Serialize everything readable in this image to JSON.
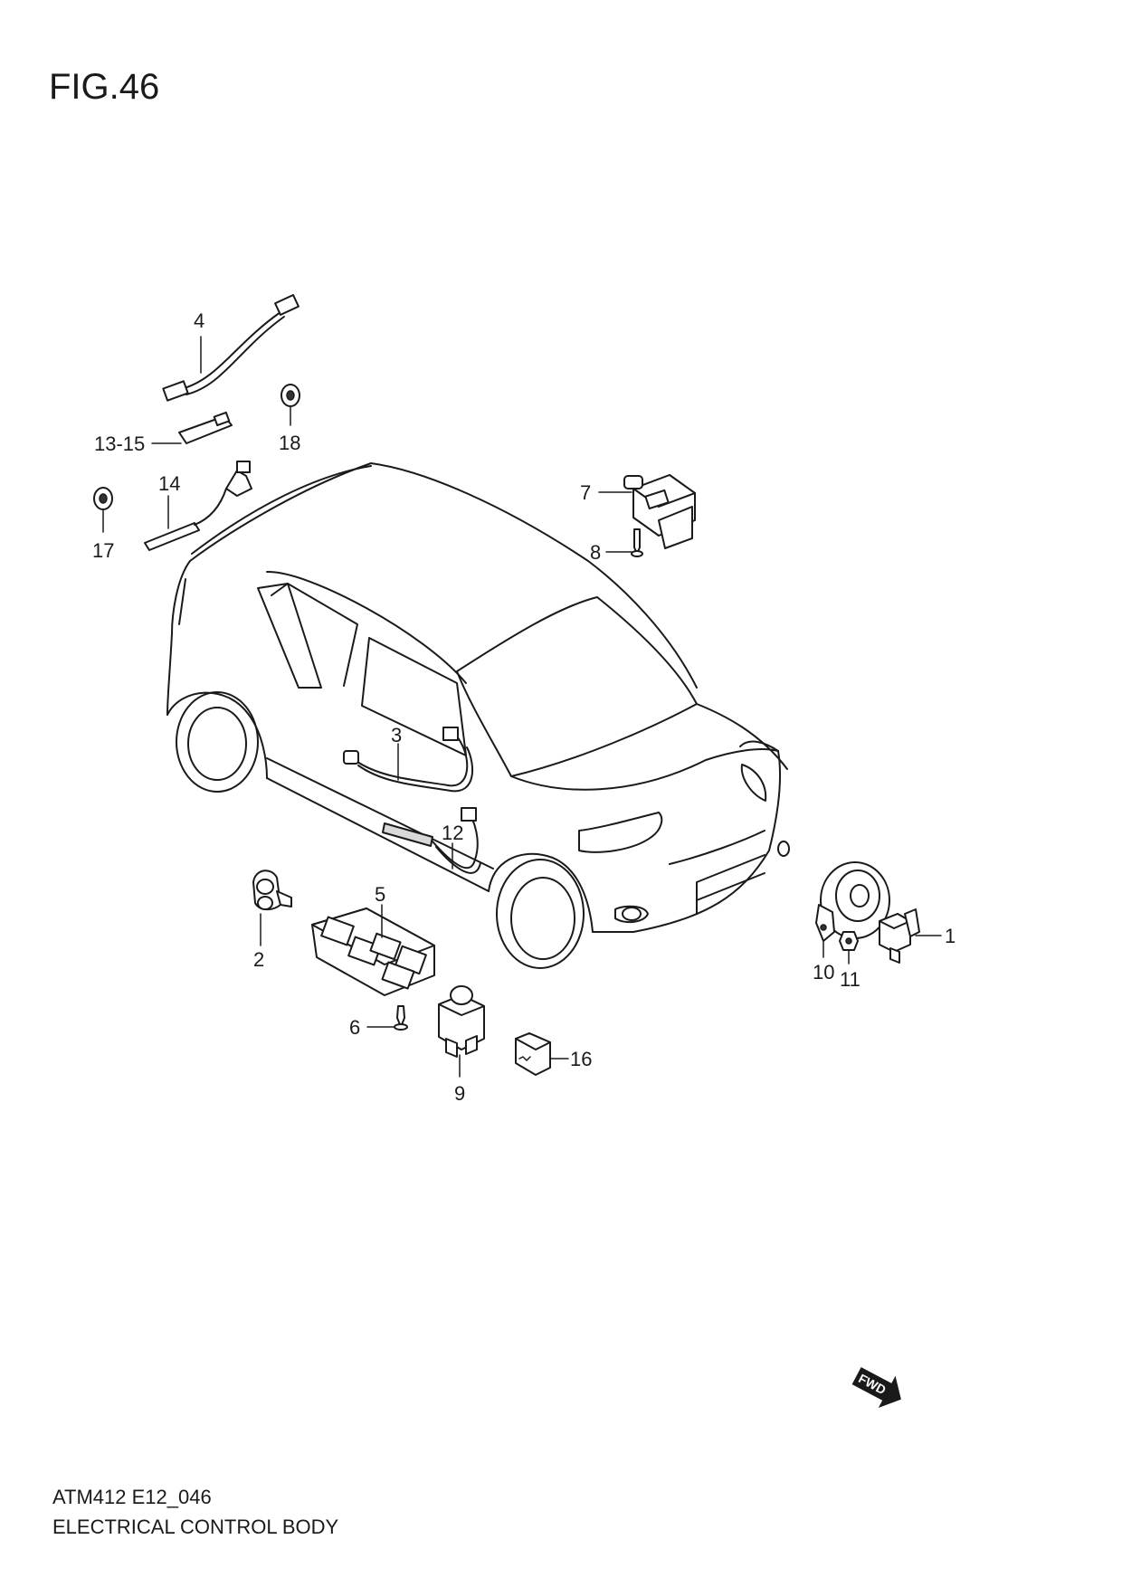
{
  "figure": {
    "title": "FIG.46",
    "code": "ATM412 E12_046",
    "name": "ELECTRICAL CONTROL BODY"
  },
  "callouts": {
    "c1": "1",
    "c2": "2",
    "c3": "3",
    "c4": "4",
    "c5": "5",
    "c6": "6",
    "c7": "7",
    "c8": "8",
    "c9": "9",
    "c10": "10",
    "c11": "11",
    "c12": "12",
    "c13_15": "13-15",
    "c14": "14",
    "c16": "16",
    "c17": "17",
    "c18": "18"
  },
  "fwd_badge": "FWD"
}
